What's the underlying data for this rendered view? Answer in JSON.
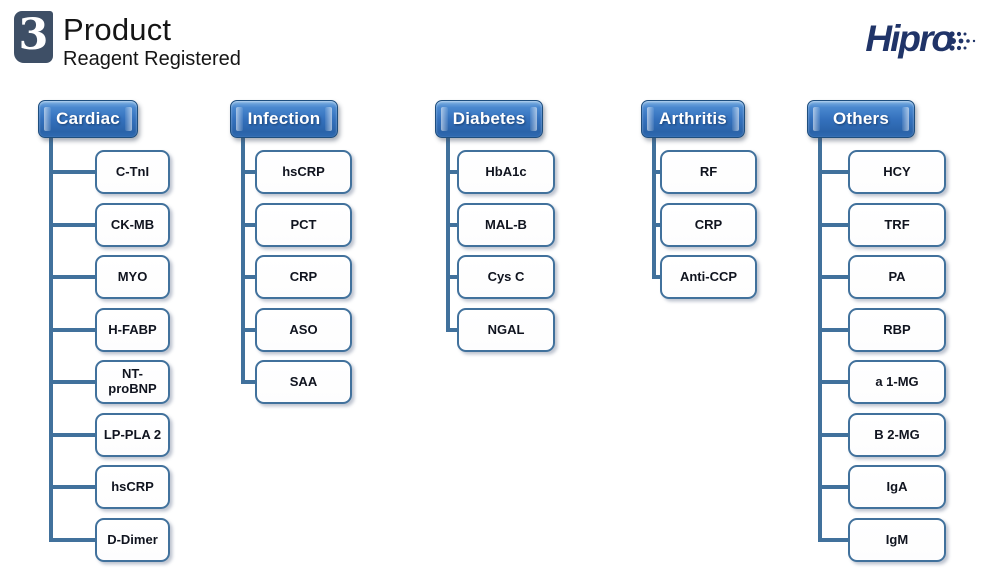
{
  "header": {
    "step_number": "3",
    "title": "Product",
    "subtitle": "Reagent Registered",
    "logo_text": "Hipro"
  },
  "colors": {
    "category_header_top": "#7db1e2",
    "category_header_bottom": "#2a63a9",
    "connector": "#41719c",
    "node_border": "#41719c",
    "logo": "#203468",
    "step_box": "#3e4f66"
  },
  "columns": [
    {
      "title": "Cardiac",
      "items": [
        "C-TnI",
        "CK-MB",
        "MYO",
        "H-FABP",
        "NT-proBNP",
        "LP-PLA 2",
        "hsCRP",
        "D-Dimer"
      ]
    },
    {
      "title": "Infection",
      "items": [
        "hsCRP",
        "PCT",
        "CRP",
        "ASO",
        "SAA"
      ]
    },
    {
      "title": "Diabetes",
      "items": [
        "HbA1c",
        "MAL-B",
        "Cys C",
        "NGAL"
      ]
    },
    {
      "title": "Arthritis",
      "items": [
        "RF",
        "CRP",
        "Anti-CCP"
      ]
    },
    {
      "title": "Others",
      "items": [
        "HCY",
        "TRF",
        "PA",
        "RBP",
        "a 1-MG",
        "B 2-MG",
        "IgA",
        "IgM"
      ]
    }
  ]
}
